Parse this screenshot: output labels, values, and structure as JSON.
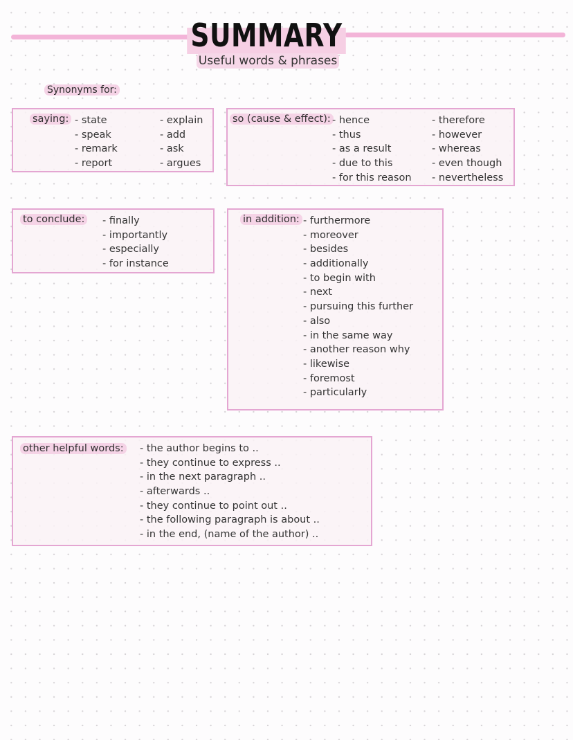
{
  "header": {
    "title": "SUMMARY",
    "subtitle": "Useful words & phrases"
  },
  "synonyms_label": "Synonyms for:",
  "boxes": {
    "saying": {
      "label": "saying:",
      "col1": [
        "- state",
        "- speak",
        "- remark",
        "- report"
      ],
      "col2": [
        "- explain",
        "- add",
        "- ask",
        "- argues"
      ]
    },
    "cause_effect": {
      "label": "so (cause & effect):",
      "col1": [
        "- hence",
        "- thus",
        "- as a result",
        "- due to this",
        "- for this reason"
      ],
      "col2": [
        "- therefore",
        "- however",
        "- whereas",
        "- even though",
        "- nevertheless"
      ]
    },
    "conclude": {
      "label": "to conclude:",
      "items": [
        "- finally",
        "- importantly",
        "- especially",
        "- for instance"
      ]
    },
    "addition": {
      "label": "in addition:",
      "items": [
        "- furthermore",
        "- moreover",
        "- besides",
        "- additionally",
        "- to begin with",
        "- next",
        "- pursuing this further",
        "- also",
        "- in the same way",
        "- another reason why",
        "- likewise",
        "- foremost",
        "- particularly"
      ]
    },
    "other": {
      "label": "other helpful words:",
      "items": [
        "- the author begins to ..",
        "- they continue to express ..",
        "- in the next paragraph ..",
        "- afterwards ..",
        "- they continue to point out ..",
        "- the following paragraph is about ..",
        "- in the end, (name of the author) .."
      ]
    }
  },
  "colors": {
    "accent_pink": "#f3b4d8",
    "box_border": "#e4a6d2",
    "highlight": "#f5d3e6"
  }
}
